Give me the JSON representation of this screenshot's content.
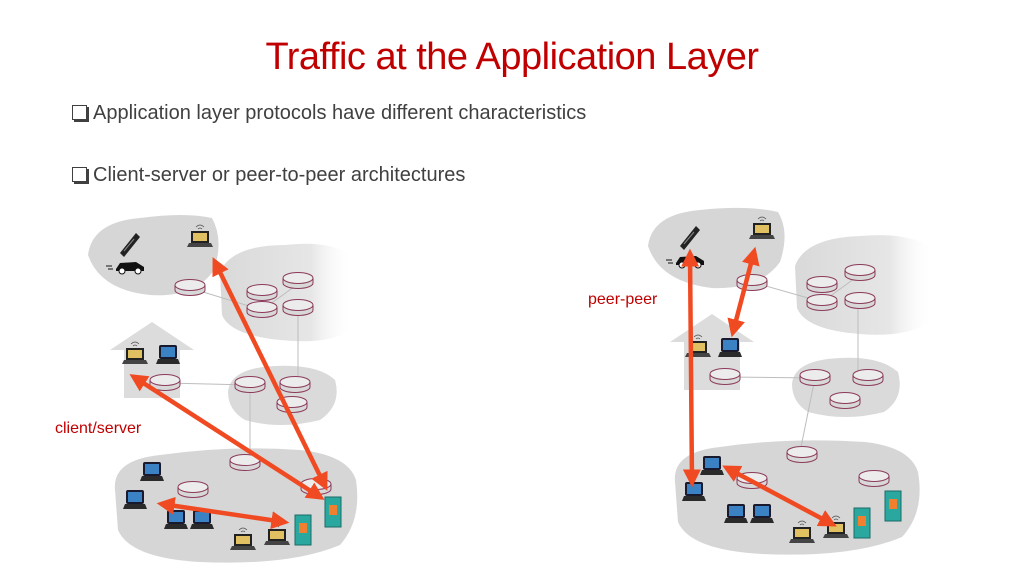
{
  "slide": {
    "title": "Traffic at the Application Layer",
    "bullets": [
      "Application layer protocols have different characteristics",
      "Client-server or peer-to-peer architectures"
    ]
  },
  "diagrams": {
    "left_label": "client/server",
    "right_label": "peer-peer"
  },
  "colors": {
    "title": "#c00000",
    "arrow": "#f04a23",
    "cloud": "#dcdcdc",
    "text": "#404040"
  },
  "icons": [
    "phone-icon",
    "laptop-icon",
    "car-icon",
    "router-icon",
    "desktop-computer-icon",
    "server-icon",
    "house-icon"
  ]
}
